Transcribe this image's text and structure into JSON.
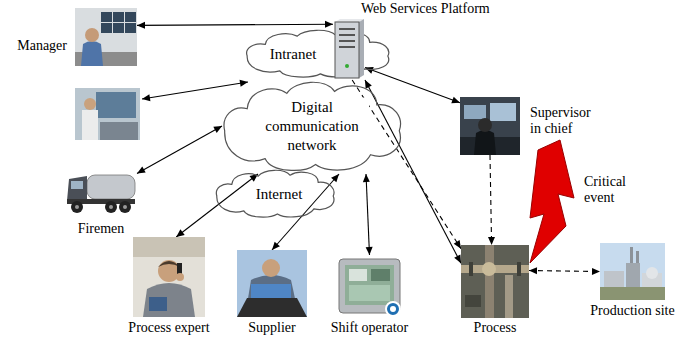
{
  "diagram": {
    "nodes": [
      {
        "text": [
          "Manager"
        ]
      },
      {
        "text": [
          "Web Services Platform"
        ]
      },
      {
        "text": [
          "Intranet"
        ]
      },
      {
        "text": [
          "Digital communication network"
        ]
      },
      {
        "text": [
          "Supervisor in chief"
        ]
      },
      {
        "text": [
          "Internet"
        ]
      },
      {
        "text": [
          "Firemen"
        ]
      },
      {
        "text": [
          "Process expert"
        ]
      },
      {
        "text": [
          "Supplier"
        ]
      },
      {
        "text": [
          "Shift operator"
        ]
      },
      {
        "text": [
          "Process"
        ]
      },
      {
        "text": [
          "Production site"
        ]
      }
    ],
    "edges": [
      {
        "from": 0,
        "to": 1,
        "arrow": "both"
      },
      {
        "from": 6,
        "to": 3,
        "arrow": "both"
      },
      {
        "from": 7,
        "to": 3,
        "arrow": "both"
      },
      {
        "from": 8,
        "to": 3,
        "arrow": "both"
      },
      {
        "from": 9,
        "to": 3,
        "arrow": "both"
      },
      {
        "from": 1,
        "to": 4,
        "arrow": "both"
      },
      {
        "from": 10,
        "to": 1,
        "arrow": "both"
      },
      {
        "from": 1,
        "to": 10,
        "arrow": "to"
      },
      {
        "from": 4,
        "to": 10,
        "arrow": "to"
      },
      {
        "from": 10,
        "to": 11,
        "arrow": "both"
      }
    ],
    "labels": [
      "Critical event"
    ]
  }
}
